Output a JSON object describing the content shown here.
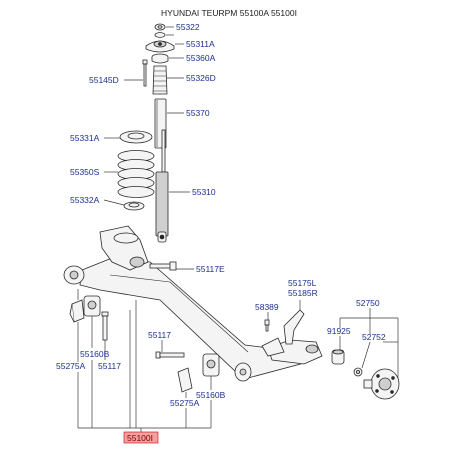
{
  "header": {
    "text": "HYUNDAI TEURPM 55100A 55100I"
  },
  "labels": {
    "p55322": "55322",
    "p55311a": "55311A",
    "p55360a": "55360A",
    "p55145d": "55145D",
    "p55326d": "55326D",
    "p55370": "55370",
    "p55331a": "55331A",
    "p55350s": "55350S",
    "p55310": "55310",
    "p55332a": "55332A",
    "p55117e": "55117E",
    "p55175l": "55175L",
    "p55185r": "55185R",
    "p58389": "58389",
    "p52750": "52750",
    "p91925": "91925",
    "p52752": "52752",
    "p55117": "55117",
    "p55160b_left": "55160B",
    "p55275a_left": "55275A",
    "p55117_left": "55117",
    "p55160b_right": "55160B",
    "p55275a_right": "55275A",
    "p55100i": "55100I"
  },
  "colors": {
    "label": "#1d2f8c",
    "highlight": "#f3a0a0",
    "line": "#2a2a2a"
  }
}
